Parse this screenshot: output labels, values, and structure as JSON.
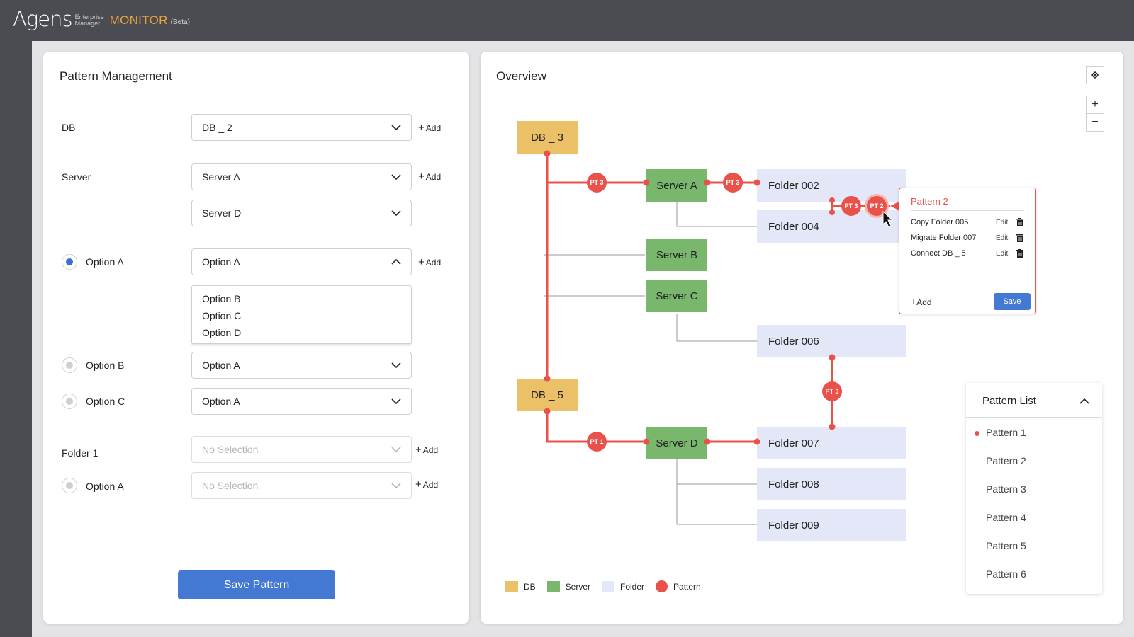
{
  "app": {
    "brand": "Agens",
    "brand_sub_1": "Enterprise",
    "brand_sub_2": "Manager",
    "product": "MONITOR",
    "badge": "(Beta)"
  },
  "colors": {
    "accent": "#4379d3",
    "db": "#ecc066",
    "server": "#79b76d",
    "folder": "#e4e7f7",
    "pattern": "#e8524a",
    "topbar": "#4a4c52"
  },
  "pattern_management": {
    "title": "Pattern Management",
    "add_label": "Add",
    "db_label": "DB",
    "db_value": "DB _ 2",
    "server_label": "Server",
    "server_values": [
      "Server A",
      "Server D"
    ],
    "option_a_label": "Option A",
    "option_a_value": "Option A",
    "option_a_menu": [
      "Option B",
      "Option C",
      "Option D"
    ],
    "option_b_label": "Option B",
    "option_b_value": "Option A",
    "option_c_label": "Option C",
    "option_c_value": "Option A",
    "folder_label": "Folder 1",
    "folder_value": "No Selection",
    "folder_option_label": "Option A",
    "folder_option_value": "No Selection",
    "save_label": "Save Pattern"
  },
  "overview": {
    "title": "Overview",
    "zoom_in": "+",
    "zoom_out": "−",
    "nodes": {
      "db3": "DB _ 3",
      "db5": "DB _ 5",
      "serverA": "Server A",
      "serverB": "Server B",
      "serverC": "Server C",
      "serverD": "Server D",
      "folder002": "Folder 002",
      "folder004": "Folder 004",
      "folder006": "Folder 006",
      "folder007": "Folder 007",
      "folder008": "Folder 008",
      "folder009": "Folder 009"
    },
    "pattern_badges": {
      "pt1": "PT 1",
      "pt2": "PT 2",
      "pt3": "PT 3"
    },
    "popup": {
      "title": "Pattern 2",
      "rows": [
        {
          "label": "Copy Folder 005",
          "edit": "Edit"
        },
        {
          "label": "Migrate Folder 007",
          "edit": "Edit"
        },
        {
          "label": "Connect DB _ 5",
          "edit": "Edit"
        }
      ],
      "add_label": "Add",
      "save_label": "Save"
    },
    "pattern_list": {
      "title": "Pattern List",
      "items": [
        "Pattern 1",
        "Pattern 2",
        "Pattern 3",
        "Pattern 4",
        "Pattern 5",
        "Pattern 6"
      ]
    },
    "legend": {
      "db": "DB",
      "server": "Server",
      "folder": "Folder",
      "pattern": "Pattern"
    }
  }
}
